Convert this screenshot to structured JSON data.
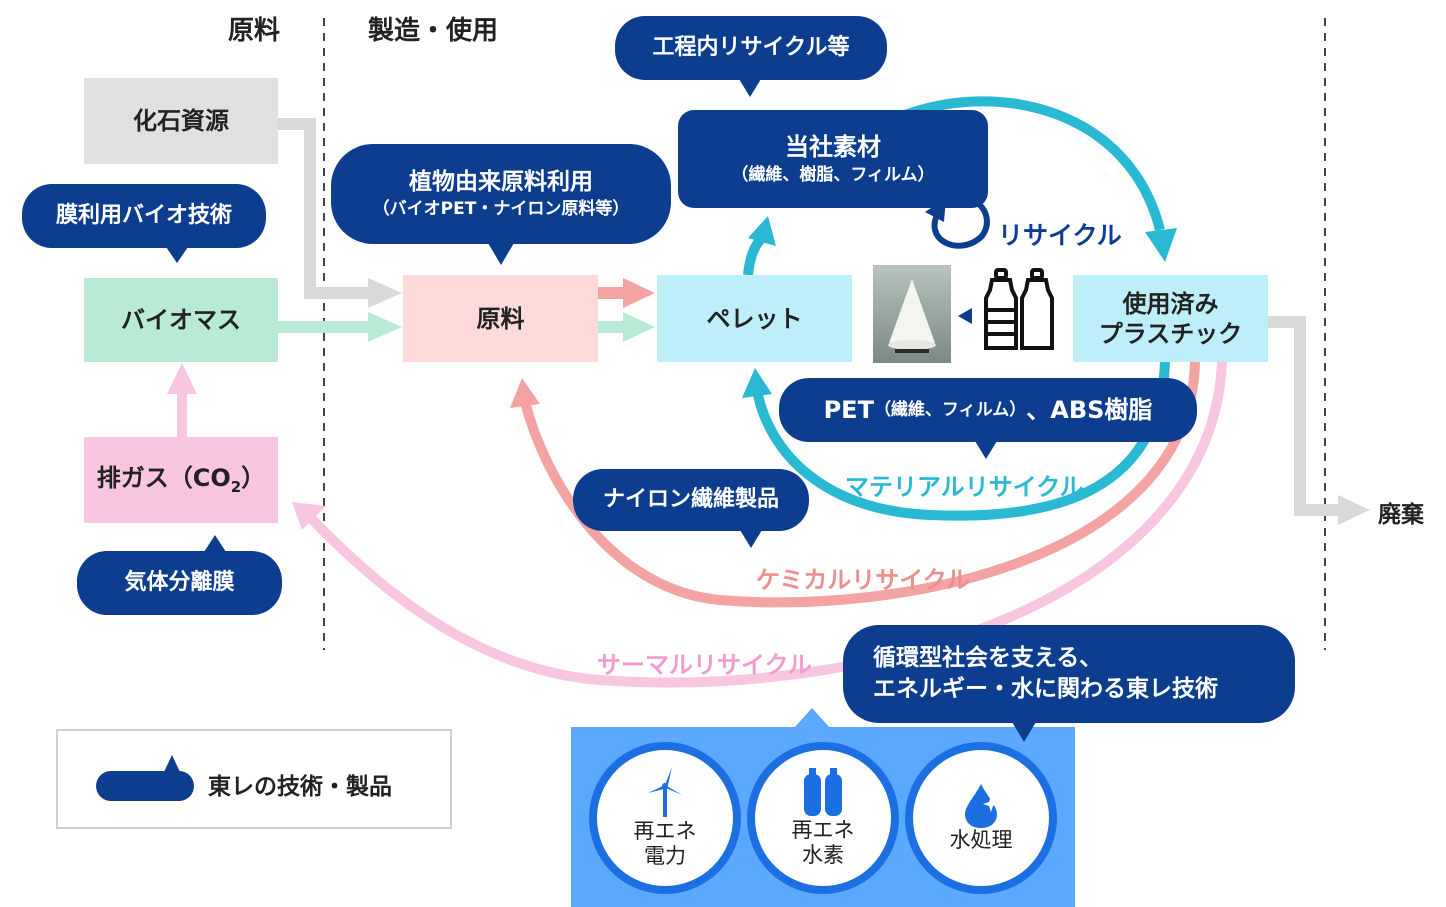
{
  "headers": {
    "raw": "原料",
    "manufacture": "製造・使用"
  },
  "boxes": {
    "fossil": "化石資源",
    "biomass": "バイオマス",
    "exhaust": "排ガス（CO",
    "exhaust_sub": "2",
    "exhaust_end": "）",
    "material": "原料",
    "pellet": "ペレット",
    "company_material": "当社素材",
    "company_material_sub": "（繊維、樹脂、フィルム）",
    "used_plastic_1": "使用済み",
    "used_plastic_2": "プラスチック",
    "disposal": "廃棄"
  },
  "bubbles": {
    "membrane_bio": "膜利用バイオ技術",
    "gas_membrane": "気体分離膜",
    "plant_based_1": "植物由来原料利用",
    "plant_based_2": "（バイオPET・ナイロン原料等）",
    "inprocess": "工程内リサイクル等",
    "pet_abs_main": "PET",
    "pet_abs_mid": "（繊維、フィルム）",
    "pet_abs_end": "、ABS樹脂",
    "nylon": "ナイロン繊維製品",
    "energy_1": "循環型社会を支える、",
    "energy_2": "エネルギー・水に関わる東レ技術"
  },
  "cycle_labels": {
    "recycle": "リサイクル",
    "material_recycle": "マテリアルリサイクル",
    "chemical_recycle": "ケミカルリサイクル",
    "thermal_recycle": "サーマルリサイクル"
  },
  "legend": {
    "label": "東レの技術・製品"
  },
  "energy_items": [
    {
      "line1": "再エネ",
      "line2": "電力",
      "icon": "wind-turbine-icon"
    },
    {
      "line1": "再エネ",
      "line2": "水素",
      "icon": "hydrogen-tank-icon"
    },
    {
      "line1": "水処理",
      "line2": "",
      "icon": "water-drop-icon"
    }
  ],
  "colors": {
    "navy": "#0d3d8f",
    "teal": "#29b9d3",
    "salmon": "#f4a3a3",
    "pink": "#f8c6e0",
    "grey": "#d9d9d9",
    "green": "#b8ead6",
    "light_pink_box": "#fcdada",
    "light_blue_box": "#bfeefb",
    "energy_panel": "#5aa8ff"
  }
}
